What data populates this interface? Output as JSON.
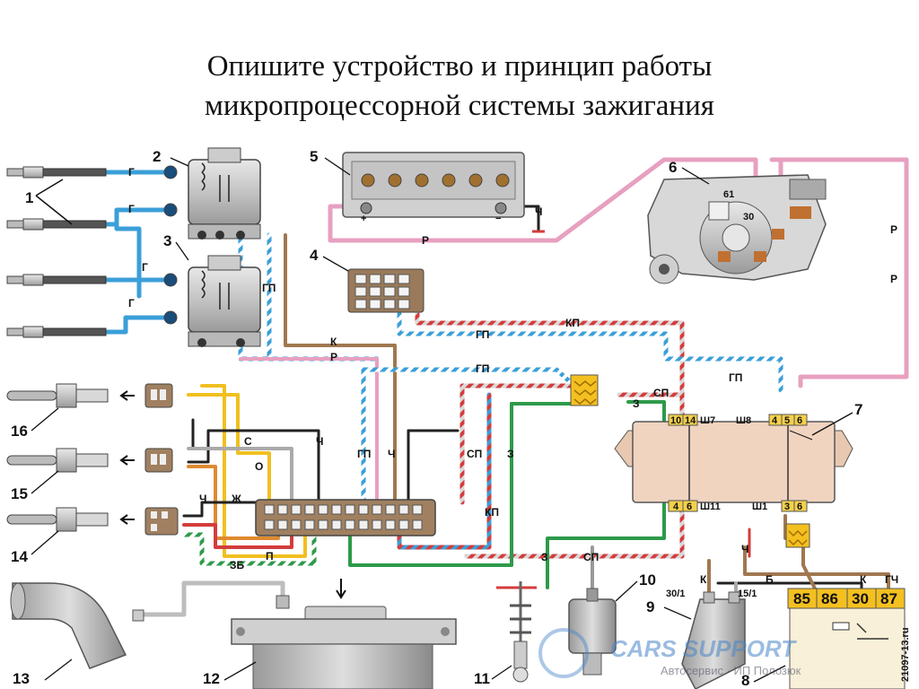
{
  "title": {
    "line1": "Опишите устройство и принцип работы",
    "line2": "микропроцессорной системы зажигания"
  },
  "diagram": {
    "component_numbers": [
      "1",
      "2",
      "3",
      "4",
      "5",
      "6",
      "7",
      "8",
      "9",
      "10",
      "11",
      "12",
      "13",
      "14",
      "15",
      "16"
    ],
    "wire_labels": {
      "g": "Г",
      "gp": "ГП",
      "k": "К",
      "r": "Р",
      "kp": "КП",
      "sp": "СП",
      "z": "З",
      "ch": "Ч",
      "s": "С",
      "o": "О",
      "zh": "Ж",
      "p": "П",
      "zb": "ЗБ",
      "b": "Б",
      "gch": "ГЧ"
    },
    "connector_labels": {
      "sh7": "Ш7",
      "sh8": "Ш8",
      "sh11": "Ш11",
      "sh1": "Ш1"
    },
    "pin_numbers": {
      "p10": "10",
      "p14": "14",
      "p4": "4",
      "p5": "5",
      "p6": "6",
      "p3": "3",
      "p61": "61",
      "p30": "30",
      "p30_1": "30/1",
      "p15_1": "15/1",
      "r85": "85",
      "r86": "86",
      "r30": "30",
      "r87": "87"
    },
    "watermark": "CARS SUPPORT",
    "watermark_sub": "Автосервис · ИП Полозюк",
    "side_code": "21097-13.ru"
  },
  "colors": {
    "blue": "#3b9fd8",
    "brown": "#a07850",
    "red": "#d43c3c",
    "green": "#2e9a4a",
    "pink": "#e8a0c0",
    "yellow": "#f0c020",
    "grey": "#9a9a9a",
    "ecu": "#f0d4c0"
  }
}
